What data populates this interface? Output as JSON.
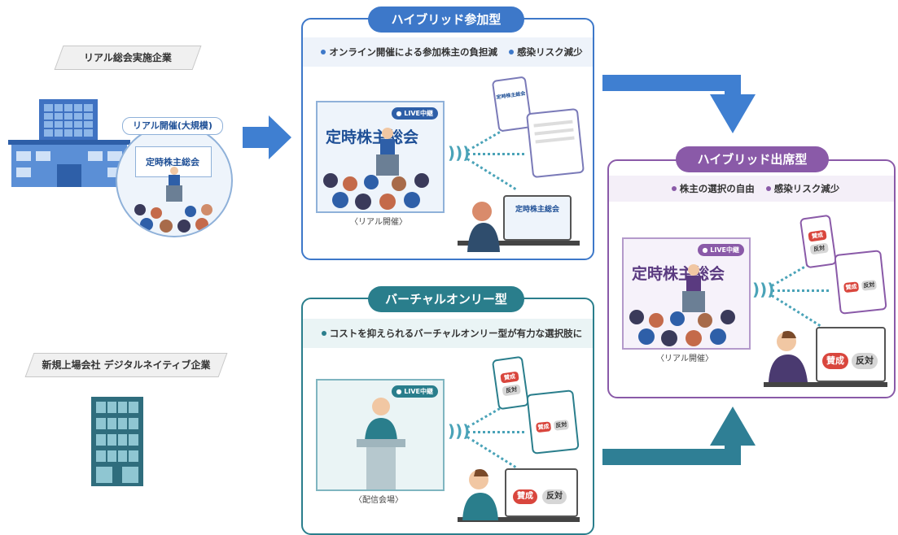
{
  "left": {
    "real_company_label": "リアル総会実施企業",
    "real_venue_label": "リアル開催(大規模)",
    "real_screen_text": "定時株主総会",
    "new_company_label": "新規上場会社 デジタルネイティブ企業"
  },
  "hybrid_participation": {
    "title": "ハイブリッド参加型",
    "bullets": [
      "オンライン開催による参加株主の負担減",
      "感染リスク減少"
    ],
    "live_badge": "● LIVE中継",
    "screen_title": "定時株主総会",
    "caption": "〈リアル開催〉",
    "phone_text": "定時株主総会",
    "laptop_text": "定時株主総会"
  },
  "virtual_only": {
    "title": "バーチャルオンリー型",
    "bullets": [
      "コストを抑えられるバーチャルオンリー型が有力な選択肢に"
    ],
    "live_badge": "● LIVE中継",
    "caption": "〈配信会場〉",
    "vote_yes": "賛成",
    "vote_no": "反対"
  },
  "hybrid_attendance": {
    "title": "ハイブリッド出席型",
    "bullets": [
      "株主の選択の自由",
      "感染リスク減少"
    ],
    "live_badge": "● LIVE中継",
    "screen_title": "定時株主総会",
    "caption": "〈リアル開催〉",
    "vote_yes": "賛成",
    "vote_no": "反対"
  },
  "colors": {
    "hybrid_blue": "#3d78c9",
    "virtual_teal": "#2a7e8c",
    "attend_purple": "#8a5aa8",
    "arrow_blue": "#3f7fd1",
    "arrow_teal": "#2f7f95"
  }
}
